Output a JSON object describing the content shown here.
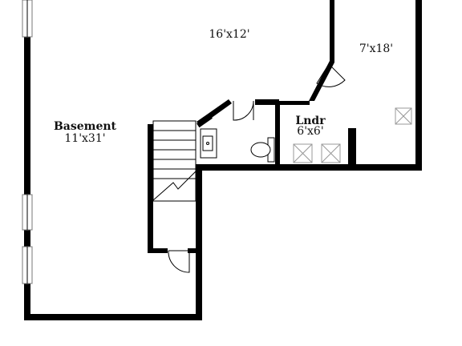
{
  "floor_plan": {
    "rooms": [
      {
        "id": "room-top",
        "name": "",
        "dimensions": "16'x12'"
      },
      {
        "id": "room-right",
        "name": "",
        "dimensions": "7'x18'"
      },
      {
        "id": "basement",
        "name": "Basement",
        "dimensions": "11'x31'"
      },
      {
        "id": "laundry",
        "name": "Lndr",
        "dimensions": "6'x6'"
      }
    ],
    "colors": {
      "wall": "#000000",
      "background": "#ffffff",
      "window": "#777777",
      "appliance": "#999999"
    }
  }
}
